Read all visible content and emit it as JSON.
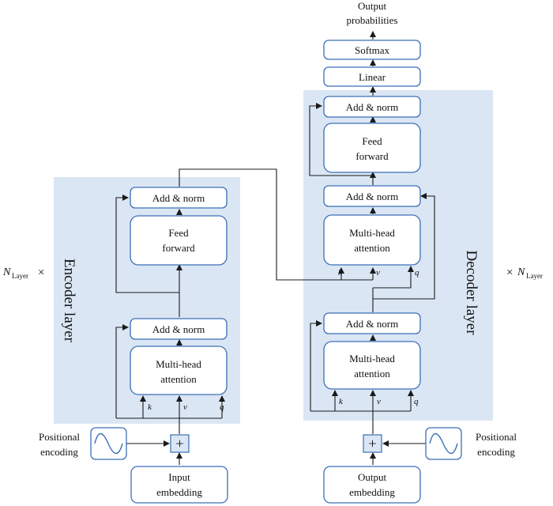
{
  "encoder": {
    "side_label": "Encoder layer",
    "add_norm_top": "Add & norm",
    "feed_forward": [
      "Feed",
      "forward"
    ],
    "add_norm_bottom": "Add & norm",
    "attention": [
      "Multi-head",
      "attention"
    ],
    "k": "k",
    "v": "v",
    "q": "q",
    "input_embedding": [
      "Input",
      "embedding"
    ],
    "positional": [
      "Positional",
      "encoding"
    ],
    "repeat": "N",
    "repeat_sub": "Layer",
    "repeat_times": "×"
  },
  "decoder": {
    "side_label": "Decoder layer",
    "add_norm_top": "Add & norm",
    "feed_forward": [
      "Feed",
      "forward"
    ],
    "add_norm_mid": "Add & norm",
    "cross_attention": [
      "Multi-head",
      "attention"
    ],
    "add_norm_bottom": "Add & norm",
    "self_attention": [
      "Multi-head",
      "attention"
    ],
    "k": "k",
    "v": "v",
    "q": "q",
    "output_embedding": [
      "Output",
      "embedding"
    ],
    "positional": [
      "Positional",
      "encoding"
    ],
    "repeat": "N",
    "repeat_sub": "Layer",
    "repeat_times": "×"
  },
  "head": {
    "linear": "Linear",
    "softmax": "Softmax",
    "output": [
      "Output",
      "probabilities"
    ]
  },
  "plus_symbol": "+"
}
